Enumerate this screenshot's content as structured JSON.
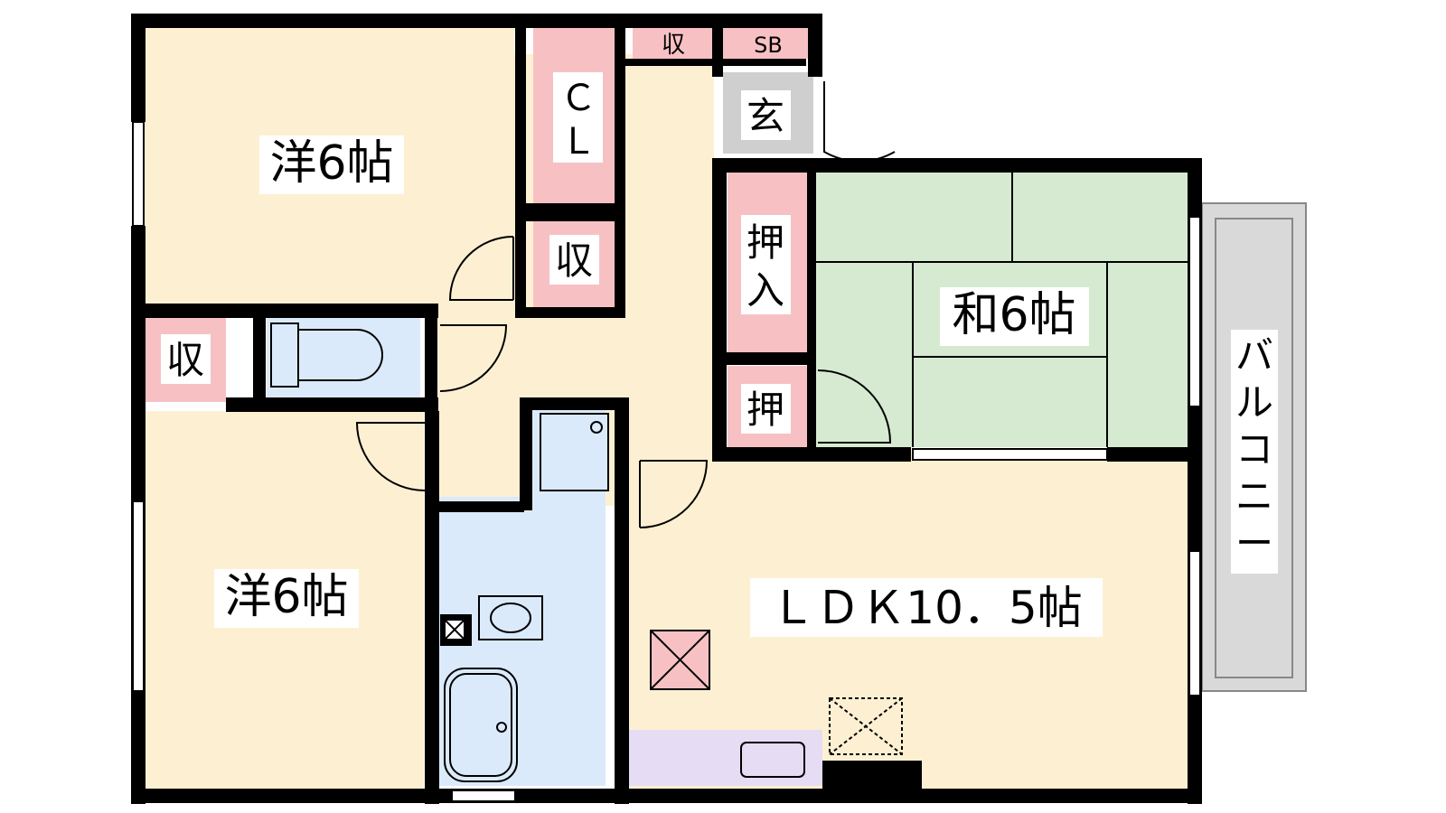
{
  "rooms": {
    "western_top": "洋6帖",
    "western_bottom": "洋6帖",
    "japanese": "和6帖",
    "ldk": "ＬＤＫ10．5帖"
  },
  "storage": {
    "closet_cl_line1": "Ｃ",
    "closet_cl_line2": "Ｌ",
    "storage_top_small": "収",
    "shoe_box": "SB",
    "entrance": "玄",
    "storage_mid": "収",
    "storage_left": "収",
    "oshiire_line1": "押",
    "oshiire_line2": "入",
    "oshi_small": "押"
  },
  "balcony": {
    "label_chars": [
      "バ",
      "ル",
      "コ",
      "ニ",
      "ー"
    ]
  },
  "colors": {
    "wall": "#000000",
    "floor_beige": "#fdf0d2",
    "storage_pink": "#f7c1c4",
    "tatami_green": "#d5ead0",
    "wet_blue": "#dbeafb",
    "kitchen_purple": "#e6dcf3",
    "entrance_gray": "#cfcfcf",
    "balcony_gray": "#d9d9d9"
  }
}
